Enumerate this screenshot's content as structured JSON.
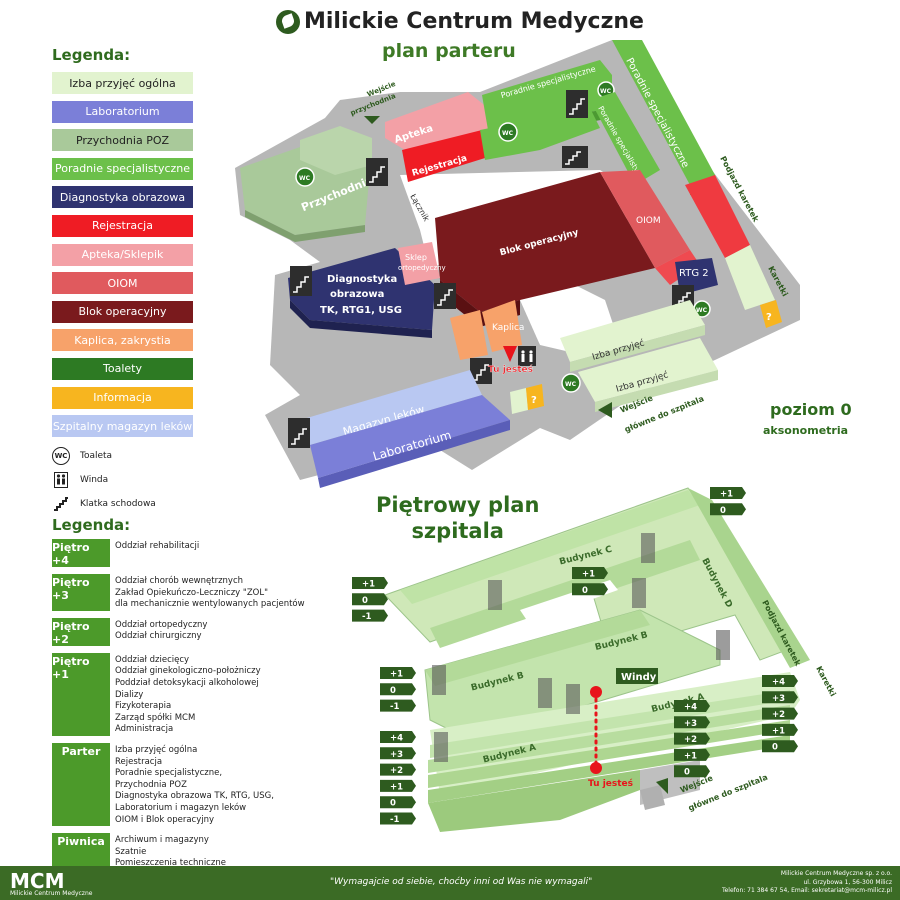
{
  "header": {
    "title": "Milickie Centrum Medyczne",
    "subtitle": "plan parteru"
  },
  "legend": {
    "title": "Legenda:",
    "items": [
      {
        "label": "Izba przyjęć ogólna",
        "bg": "#e2f3cf",
        "fg": "#222222"
      },
      {
        "label": "Laboratorium",
        "bg": "#7b7fd8",
        "fg": "#ffffff"
      },
      {
        "label": "Przychodnia POZ",
        "bg": "#a9c99a",
        "fg": "#222222"
      },
      {
        "label": "Poradnie specjalistyczne",
        "bg": "#6cc04a",
        "fg": "#ffffff"
      },
      {
        "label": "Diagnostyka obrazowa",
        "bg": "#2f3370",
        "fg": "#ffffff"
      },
      {
        "label": "Rejestracja",
        "bg": "#ef1c24",
        "fg": "#ffffff"
      },
      {
        "label": "Apteka/Sklepik",
        "bg": "#f3a0a6",
        "fg": "#ffffff"
      },
      {
        "label": "OIOM",
        "bg": "#e05a5e",
        "fg": "#ffffff"
      },
      {
        "label": "Blok operacyjny",
        "bg": "#7a1a1d",
        "fg": "#ffffff"
      },
      {
        "label": "Kaplica, zakrystia",
        "bg": "#f7a26a",
        "fg": "#ffffff"
      },
      {
        "label": "Toalety",
        "bg": "#2d7a23",
        "fg": "#ffffff"
      },
      {
        "label": "Informacja",
        "bg": "#f7b51f",
        "fg": "#ffffff"
      },
      {
        "label": "Szpitalny magazyn leków",
        "bg": "#b9c8f2",
        "fg": "#ffffff"
      }
    ],
    "symbols": [
      {
        "icon": "wc",
        "label": "Toaleta"
      },
      {
        "icon": "elevator",
        "label": "Winda"
      },
      {
        "icon": "stairs",
        "label": "Klatka schodowa"
      }
    ]
  },
  "ground_floor_map": {
    "rooms": {
      "apteka": "Apteka",
      "rejestracja": "Rejestracja",
      "przychodnia": "Przychodnia",
      "lacznik": "Łącznik",
      "poradnie_1": "Poradnie specjalistyczne",
      "poradnie_2": "Poradnie specjalistyczne",
      "poradnie_3": "Poradnie specjalistyczne",
      "blok": "Blok operacyjny",
      "oiom": "OIOM",
      "rtg2": "RTG 2",
      "diagnostyka": [
        "Diagnostyka",
        "obrazowa",
        "TK, RTG1, USG"
      ],
      "sklep": [
        "Sklep",
        "ortopedyczny"
      ],
      "kaplica": "Kaplica",
      "izba_1": "Izba przyjęć",
      "izba_2": "Izba przyjęć",
      "magazyn": "Magazyn leków",
      "laboratorium": "Laboratorium",
      "podjazd": "Podjazd karetek",
      "karetki": "Karetki",
      "wc": "WC",
      "info": "?"
    },
    "wejscie_przychodnia": [
      "Wejście",
      "przychodnia"
    ],
    "wejscie_glowne": [
      "Wejście",
      "główne do szpitala"
    ],
    "you_are_here": "Tu jesteś",
    "level": "poziom 0",
    "view": "aksonometria"
  },
  "floor_plan": {
    "title_line1": "Piętrowy plan",
    "title_line2": "szpitala",
    "buildings": {
      "a": "Budynek A",
      "b": "Budynek B",
      "c": "Budynek C",
      "d": "Budynek D",
      "windy": "Windy"
    },
    "tags": {
      "c_top": [
        "+1",
        "0"
      ],
      "c_left": [
        "+1",
        "0",
        "-1"
      ],
      "c_mid": [
        "+1",
        "0"
      ],
      "b_left": [
        "+1",
        "0",
        "-1"
      ],
      "a_left": [
        "+4",
        "+3",
        "+2",
        "+1",
        "0",
        "-1"
      ],
      "a_mid": [
        "+4",
        "+3",
        "+2",
        "+1",
        "0"
      ],
      "a_right": [
        "+4",
        "+3",
        "+2",
        "+1",
        "0"
      ]
    },
    "podjazd": "Podjazd karetek",
    "karetki": "Karetki",
    "you_are_here": "Tu jesteś",
    "wejscie": [
      "Wejście",
      "główne do szpitala"
    ]
  },
  "floors_legend": {
    "title": "Legenda:",
    "floors": [
      {
        "tag": "Piętro +4",
        "lines": [
          "Oddział rehabilitacji"
        ]
      },
      {
        "tag": "Piętro +3",
        "lines": [
          "Oddział chorób wewnętrznych",
          "Zakład Opiekuńczo-Leczniczy \"ZOL\"",
          "dla mechanicznie wentylowanych pacjentów"
        ]
      },
      {
        "tag": "Piętro +2",
        "lines": [
          "Oddział ortopedyczny",
          "Oddział chirurgiczny"
        ]
      },
      {
        "tag": "Piętro +1",
        "lines": [
          "Oddział dziecięcy",
          "Oddział ginekologiczno-położniczy",
          "Poddział detoksykacji alkoholowej",
          "Dializy",
          "Fizykoterapia",
          "Zarząd spółki MCM",
          "Administracja"
        ]
      },
      {
        "tag": "Parter",
        "lines": [
          "Izba przyjęć ogólna",
          "Rejestracja",
          "Poradnie specjalistyczne,",
          "Przychodnia POZ",
          "Diagnostyka obrazowa TK, RTG, USG,",
          "Laboratorium i magazyn leków",
          "OIOM i Blok operacyjny"
        ]
      },
      {
        "tag": "Piwnica",
        "lines": [
          "Archiwum i magazyny",
          "Szatnie",
          "Pomieszczenia techniczne"
        ]
      }
    ]
  },
  "footer": {
    "logo": "MCM",
    "logo_sub": "Milickie Centrum Medyczne",
    "quote": "\"Wymagajcie od siebie, choćby inni od Was nie wymagali\"",
    "company": "Milickie Centrum Medyczne sp. z o.o.",
    "address": "ul. Grzybowa 1, 56-300 Milicz",
    "contact": "Telefon: 71 384 67 54,  Email: sekretariat@mcm-milicz.pl"
  },
  "colors": {
    "brand_green": "#3b6b25",
    "you_are_here": "#e8141b"
  }
}
